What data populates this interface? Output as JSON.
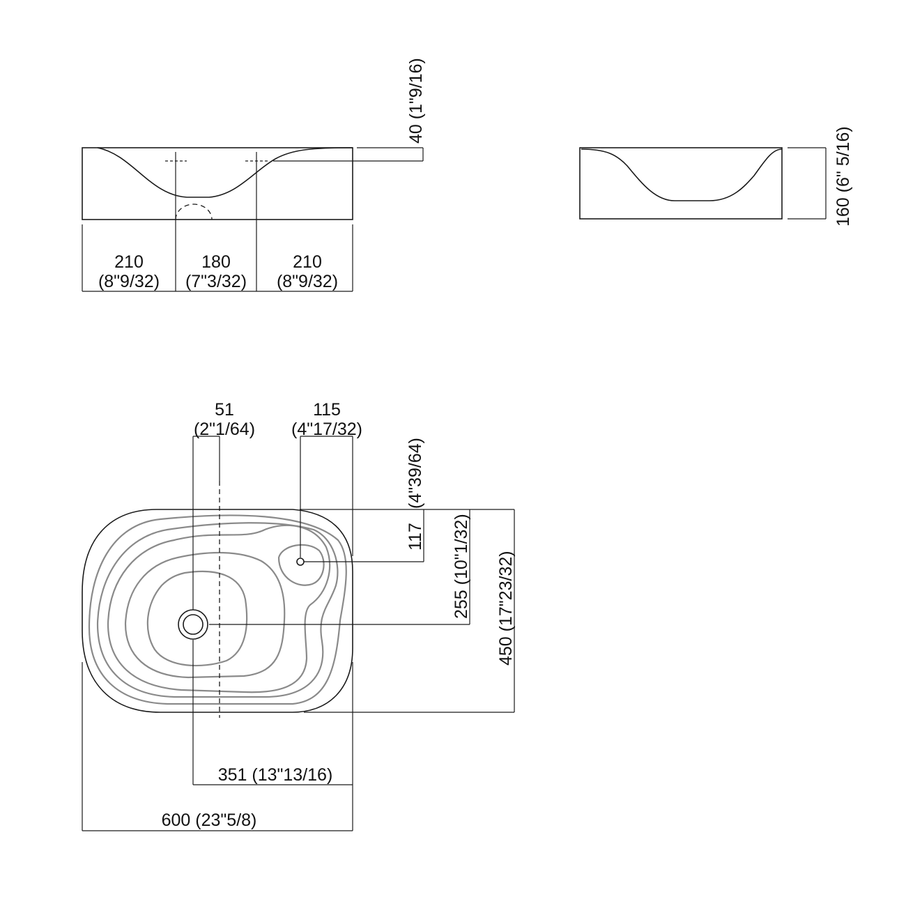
{
  "front_view": {
    "depth_top": "40 (1\"9/16)",
    "seg_left_mm": "210",
    "seg_left_in": "(8\"9/32)",
    "seg_mid_mm": "180",
    "seg_mid_in": "(7\"3/32)",
    "seg_right_mm": "210",
    "seg_right_in": "(8\"9/32)"
  },
  "side_view": {
    "height": "160 (6\" 5/16)"
  },
  "plan_view": {
    "drain_offset_mm": "51",
    "drain_offset_in": "(2\"1/64)",
    "tap_offset_mm": "115",
    "tap_offset_in": "(4\"17/32)",
    "tap_depth_in": "(4\"39/64)",
    "tap_depth_mm": "117",
    "drain_depth": "255 (10\"1/32)",
    "total_depth": "450 (17\"23/32)",
    "drain_from_right": "351 (13\"13/16)",
    "total_width": "600 (23\"5/8)"
  }
}
